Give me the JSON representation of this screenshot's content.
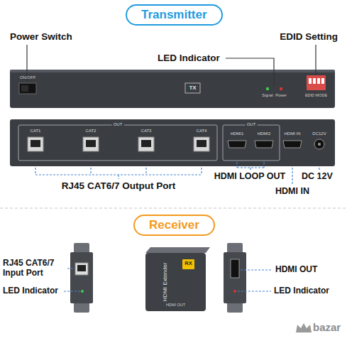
{
  "diagram": {
    "nodes": [
      {
        "text": [
          "Transmitter"
        ]
      },
      {
        "text": [
          "Receiver"
        ]
      }
    ],
    "labels": [
      "Power Switch",
      "EDID Setting",
      "LED Indicator",
      "ON/OFF",
      "TX",
      "Signal",
      "Power",
      "EDID MODE",
      "CAT1",
      "CAT2",
      "CAT3",
      "CAT4",
      "OUT",
      "HDMI1",
      "HDMI2",
      "OUT",
      "HDMI IN",
      "DC12V",
      "RJ45 CAT6/7 Output Port",
      "HDMI LOOP OUT",
      "HDMI IN",
      "DC 12V",
      "RJ45 CAT6/7 Input Port",
      "LED Indicator",
      "HDMI Extender",
      "RX",
      "HDMI OUT",
      "HDMI OUT",
      "LED Indicator",
      "bazar"
    ]
  }
}
